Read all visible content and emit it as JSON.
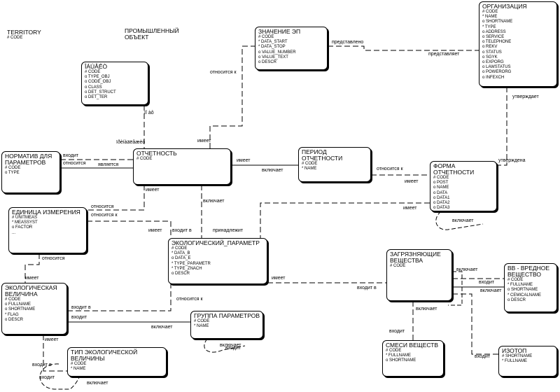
{
  "entities": {
    "territory": {
      "title": "TERRITORY",
      "attrs": [
        "# CODE"
      ]
    },
    "prom": {
      "title": "ПРОМЫШЛЕННЫЙ ОБЪЕКТ",
      "attrs": []
    },
    "znach": {
      "title": "ЗНАЧЕНИЕ ЭП",
      "attrs": [
        "# CODE",
        "* DATA_START",
        "* DATA_STOP",
        "o VALUE_NUMBER",
        "o VALUE_TEXT",
        "o DESCR"
      ]
    },
    "org": {
      "title": "ОРГАНИЗАЦИЯ",
      "attrs": [
        "# CODE",
        "* NAME",
        "o SHORTNAME",
        "* TYPE",
        "o ADDRESS",
        "o SERVICE",
        "o TELEPHONE",
        "o REKV",
        "o STATUS",
        "o SGYK",
        "o EXPORG",
        "o LAWSTATUS",
        "o POWERORG",
        "o INFEXCH"
      ]
    },
    "obj": {
      "title": "ÎÁÚÅÊÒ",
      "attrs": [
        "# CODE",
        "o TYPE_OBJ",
        "o CODE_OBJ",
        "o CLASS",
        "o DET_STRUCT",
        "o DET_TER"
      ]
    },
    "normativ": {
      "title": "НОРМАТИВ ДЛЯ ПАРАМЕТРОВ",
      "attrs": [
        "# CODE",
        "o TYPE"
      ]
    },
    "otch": {
      "title": "ОТЧЕТНОСТЬ",
      "attrs": [
        "# CODE"
      ]
    },
    "period": {
      "title": "ПЕРИОД ОТЧЕТНОСТИ",
      "attrs": [
        "# CODE",
        "* NAME"
      ]
    },
    "forma": {
      "title": "ФОРМА ОТЧЕТНОСТИ",
      "attrs": [
        "# CODE",
        "o POST",
        "o NAME",
        "o DATA",
        "o DATA1",
        "o DATA2",
        "o DATA3"
      ]
    },
    "edin": {
      "title": "ЕДИНИЦА ИЗМЕРЕНИЯ",
      "attrs": [
        "# UNITMEAS",
        "* MEASSYST",
        "o FACTOR",
        "..."
      ]
    },
    "ekoparam": {
      "title": "ЭКОЛОГИЧЕСКИЙ_ПАРАМЕТР",
      "attrs": [
        "# CODE",
        "* DATA_B",
        "o DATA_E",
        "* TYPE_PARAMETR",
        "* TYPE_ZNACH",
        "o DESCR"
      ]
    },
    "zagr": {
      "title": "ЗАГРЯЗНЯЮЩИЕ ВЕЩЕСТВА",
      "attrs": [
        "# CODE"
      ]
    },
    "vv": {
      "title": "ВВ - ВРЕДНОЕ ВЕЩЕСТВО",
      "attrs": [
        "# CODE",
        "* FULLNAME",
        "o SHORTNAME",
        "* CEMICALNAME",
        "o DESCR"
      ]
    },
    "ekoval": {
      "title": "ЭКОЛОГИЧЕСКАЯ ВЕЛИЧИНА",
      "attrs": [
        "# CODE",
        "o FULLNAME",
        "o SHORTNAME",
        "* FLAG",
        "o DESCR"
      ]
    },
    "gruppa": {
      "title": "ГРУППА ПАРАМЕТРОВ",
      "attrs": [
        "# CODE",
        "* NAME"
      ]
    },
    "tip": {
      "title": "ТИП ЭКОЛОГИЧЕСКОЙ ВЕЛИЧИНЫ",
      "attrs": [
        "# CODE",
        "* NAME"
      ]
    },
    "smesi": {
      "title": "СМЕСИ ВЕЩЕСТВ",
      "attrs": [
        "# CODE",
        "* FULLNAME",
        "o SHORTNAME"
      ]
    },
    "izotop": {
      "title": "ИЗОТОП",
      "attrs": [
        "# SHORTNAME",
        "* FULLNAME"
      ]
    }
  },
  "labels": {
    "predstavleno": "представлено",
    "predstavlyaet": "представляет",
    "utverzhdaet": "утверждает",
    "utverzhdena": "утверждена",
    "otnositsya_k_1": "относится к",
    "imeet_1": "имеет",
    "obj_rel_a": "ïî àô",
    "obj_rel_b": "ïðèíàäëåæèò",
    "vhodit_1": "входит",
    "otnositsya_1": "относится",
    "yavlyaetsya": "является",
    "imeet_2": "имеет",
    "vklyuchaet_1": "включает",
    "otnositsya_k_2": "относится к",
    "imeet_3": "имеет",
    "imeet_4": "имеет",
    "imeet_5": "имеет",
    "vklyuchaet_2": "включает",
    "otnositsya_2": "относится",
    "otnositsya_k_3": "относится к",
    "imeet_6": "имеет",
    "vhodit_v_1": "входит в",
    "prinadlezhit": "принадлежит",
    "vklyuchaet_forma": "включает",
    "otnositsya_3": "относится",
    "imeet_7": "имеет",
    "vhodit_v_2": "входит в",
    "vhodit_2": "входит",
    "otnositsya_k_4": "относится к",
    "vklyuchaet_3": "включает",
    "vklyuchaet_gruppa": "включает",
    "vhodit_gruppa": "входит",
    "imeet_8": "имеет",
    "vhodit_v_3": "входит в",
    "vhodit_3": "входит",
    "vklyuchaet_4": "включает",
    "vhodit_v_4": "входит в",
    "vklyuchaet_5": "включает",
    "vhodit_4": "входит",
    "vklyuchaet_6": "включает",
    "vhodit_5": "входит",
    "vhodit_6": "входит"
  }
}
